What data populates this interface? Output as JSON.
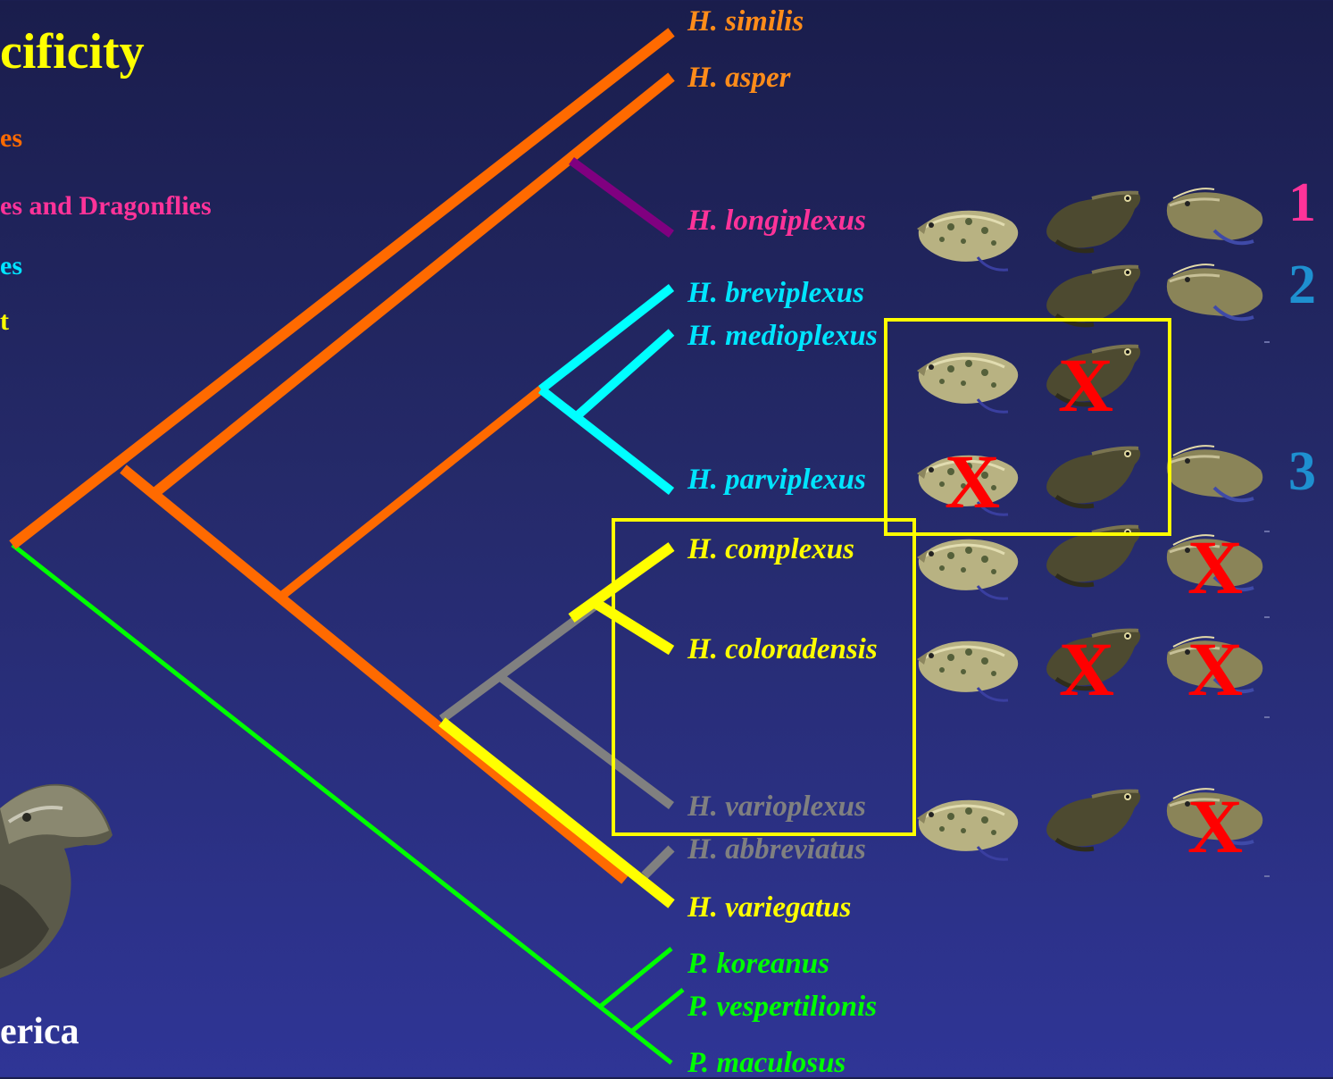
{
  "title": "cificity",
  "legend": [
    {
      "text": "es",
      "color": "#ff6a00"
    },
    {
      "text": "es and Dragonflies",
      "color": "#ff3399"
    },
    {
      "text": "es",
      "color": "#00e5ff"
    },
    {
      "text": "t",
      "color": "#ffff00"
    }
  ],
  "region_label": "erica",
  "taxa": [
    {
      "name": "H. similis",
      "color": "#ff8c1a"
    },
    {
      "name": "H. asper",
      "color": "#ff8c1a"
    },
    {
      "name": "H. longiplexus",
      "color": "#ff3399"
    },
    {
      "name": "H. breviplexus",
      "color": "#00e5ff"
    },
    {
      "name": "H. medioplexus",
      "color": "#00e5ff"
    },
    {
      "name": "H. parviplexus",
      "color": "#00e5ff"
    },
    {
      "name": "H. complexus",
      "color": "#ffff00"
    },
    {
      "name": "H. coloradensis",
      "color": "#ffff00"
    },
    {
      "name": "H. varioplexus",
      "color": "#808080"
    },
    {
      "name": "H. abbreviatus",
      "color": "#808080"
    },
    {
      "name": "H. variegatus",
      "color": "#ffff00"
    },
    {
      "name": "P. koreanus",
      "color": "#00ff00"
    },
    {
      "name": "P. vespertilionis",
      "color": "#00ff00"
    },
    {
      "name": "P. maculosus",
      "color": "#00ff00"
    }
  ],
  "host_group_labels": [
    {
      "text": "1",
      "color": "#ff3399"
    },
    {
      "text": "2",
      "color": "#1e90d0"
    },
    {
      "text": "3",
      "color": "#1e90d0"
    }
  ],
  "excluded_mark": "X",
  "colors": {
    "orange": "#ff6a00",
    "purple": "#800080",
    "cyan": "#00ffff",
    "yellow": "#ffff00",
    "gray": "#808080",
    "green": "#00ff00",
    "red": "#ff0000"
  }
}
